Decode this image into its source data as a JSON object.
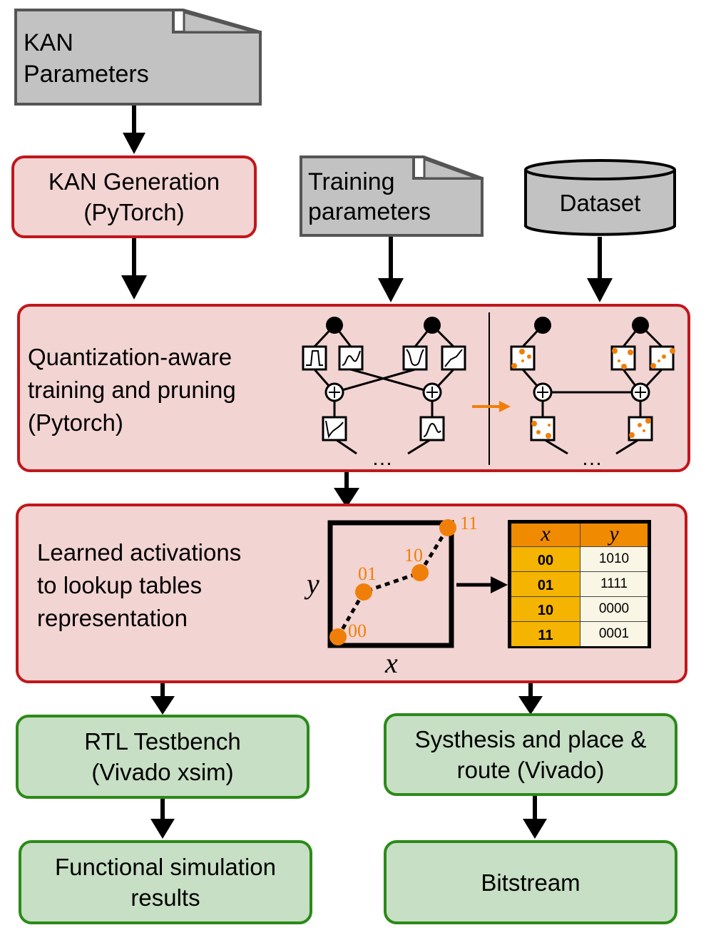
{
  "inputs": {
    "kan_params": {
      "line1": "KAN",
      "line2": "Parameters"
    },
    "training_params": {
      "line1": "Training",
      "line2": "parameters"
    },
    "dataset": "Dataset"
  },
  "steps": {
    "kan_generation": {
      "line1": "KAN Generation",
      "line2": "(PyTorch)"
    },
    "qat": {
      "line1": "Quantization-aware",
      "line2": "training and pruning",
      "line3": "(Pytorch)"
    },
    "lut": {
      "line1": "Learned activations",
      "line2": "to lookup tables",
      "line3": "representation"
    },
    "rtl_testbench": {
      "line1": "RTL Testbench",
      "line2": "(Vivado xsim)"
    },
    "synthesis": {
      "line1": "Systhesis and place &",
      "line2": "route (Vivado)"
    },
    "functional_results": {
      "line1": "Functional simulation",
      "line2": "results"
    },
    "bitstream": "Bitstream"
  },
  "network_diagram": {
    "ellipsis": "…"
  },
  "activation_plot": {
    "x_label": "x",
    "y_label": "y",
    "point_labels": [
      "00",
      "01",
      "10",
      "11"
    ]
  },
  "lookup_table": {
    "headers": [
      "x",
      "y"
    ],
    "rows": [
      [
        "00",
        "1010"
      ],
      [
        "01",
        "1111"
      ],
      [
        "10",
        "0000"
      ],
      [
        "11",
        "0001"
      ]
    ]
  },
  "colors": {
    "red_fill": "#f2d4d2",
    "red_border": "#c0171c",
    "green_fill": "#c7dfc4",
    "green_border": "#2b8a18",
    "gray_fill": "#c2c2c2",
    "orange": "#f07f0a",
    "table_header": "#f08a00",
    "table_key": "#f5b400",
    "table_value": "#faf6e6"
  }
}
